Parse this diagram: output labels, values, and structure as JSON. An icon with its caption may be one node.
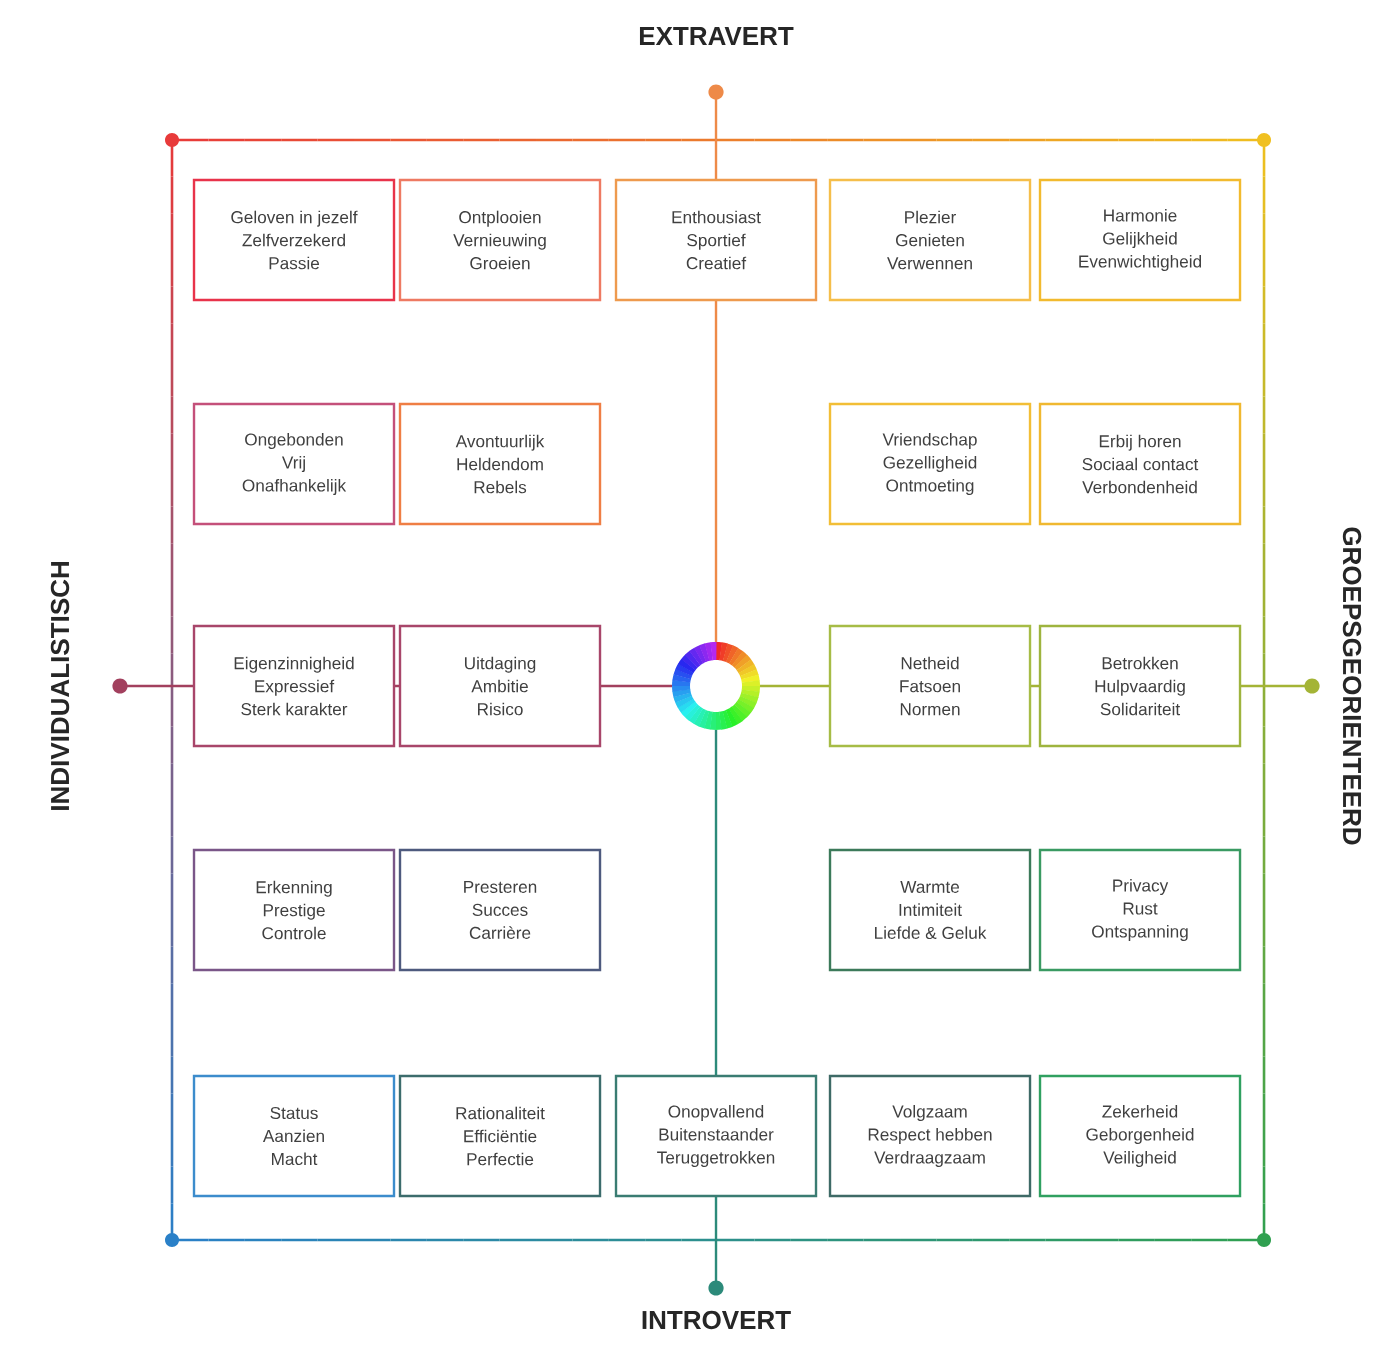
{
  "diagram": {
    "nodes": [
      {
        "text": [
          "Geloven in jezelf",
          "Zelfverzekerd",
          "Passie"
        ]
      },
      {
        "text": [
          "Ontplooien",
          "Vernieuwing",
          "Groeien"
        ]
      },
      {
        "text": [
          "Enthousiast",
          "Sportief",
          "Creatief"
        ]
      },
      {
        "text": [
          "Plezier",
          "Genieten",
          "Verwennen"
        ]
      },
      {
        "text": [
          "Harmonie",
          "Gelijkheid",
          "Evenwichtigheid"
        ]
      },
      {
        "text": [
          "Ongebonden",
          "Vrij",
          "Onafhankelijk"
        ]
      },
      {
        "text": [
          "Avontuurlijk",
          "Heldendom",
          "Rebels"
        ]
      },
      {
        "text": [
          "Vriendschap",
          "Gezelligheid",
          "Ontmoeting"
        ]
      },
      {
        "text": [
          "Erbij horen",
          "Sociaal contact",
          "Verbondenheid"
        ]
      },
      {
        "text": [
          "Eigenzinnigheid",
          "Expressief",
          "Sterk karakter"
        ]
      },
      {
        "text": [
          "Uitdaging",
          "Ambitie",
          "Risico"
        ]
      },
      {
        "text": [
          "Netheid",
          "Fatsoen",
          "Normen"
        ]
      },
      {
        "text": [
          "Betrokken",
          "Hulpvaardig",
          "Solidariteit"
        ]
      },
      {
        "text": [
          "Erkenning",
          "Prestige",
          "Controle"
        ]
      },
      {
        "text": [
          "Presteren",
          "Succes",
          "Carrière"
        ]
      },
      {
        "text": [
          "Warmte",
          "Intimiteit",
          "Liefde & Geluk"
        ]
      },
      {
        "text": [
          "Privacy",
          "Rust",
          "Ontspanning"
        ]
      },
      {
        "text": [
          "Status",
          "Aanzien",
          "Macht"
        ]
      },
      {
        "text": [
          "Rationaliteit",
          "Efficiëntie",
          "Perfectie"
        ]
      },
      {
        "text": [
          "Onopvallend",
          "Buitenstaander",
          "Teruggetrokken"
        ]
      },
      {
        "text": [
          "Volgzaam",
          "Respect hebben",
          "Verdraagzaam"
        ]
      },
      {
        "text": [
          "Zekerheid",
          "Geborgenheid",
          "Veiligheid"
        ]
      }
    ],
    "labels": [
      "EXTRAVERT",
      "INDIVIDUALISTISCH",
      "GROEPSGEORIENTEERD",
      "INTROVERT"
    ]
  }
}
